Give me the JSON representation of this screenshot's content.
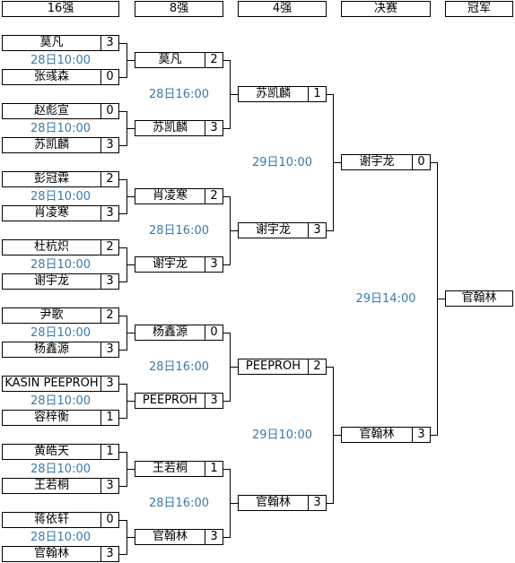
{
  "headers": [
    "16强",
    "8强",
    "4强",
    "决赛",
    "冠军"
  ],
  "round16": [
    {
      "p1": "莫凡",
      "s1": "3",
      "time": "28日10:00",
      "p2": "张彧森",
      "s2": "0"
    },
    {
      "p1": "赵彪宣",
      "s1": "0",
      "time": "28日10:00",
      "p2": "苏凯麟",
      "s2": "3"
    },
    {
      "p1": "彭冠霖",
      "s1": "2",
      "time": "28日10:00",
      "p2": "肖凌寒",
      "s2": "3"
    },
    {
      "p1": "杜杭炽",
      "s1": "2",
      "time": "28日10:00",
      "p2": "谢宇龙",
      "s2": "3"
    },
    {
      "p1": "尹歌",
      "s1": "2",
      "time": "28日10:00",
      "p2": "杨鑫源",
      "s2": "3"
    },
    {
      "p1": "KASIN PEEPROH",
      "s1": "3",
      "time": "28日10:00",
      "p2": "容梓衡",
      "s2": "1"
    },
    {
      "p1": "黄皓天",
      "s1": "1",
      "time": "28日10:00",
      "p2": "王若桐",
      "s2": "3"
    },
    {
      "p1": "蒋依轩",
      "s1": "0",
      "time": "28日10:00",
      "p2": "官翰林",
      "s2": "3"
    }
  ],
  "quarter": [
    {
      "p1": "莫凡",
      "s1": "2",
      "time": "28日16:00",
      "p2": "苏凯麟",
      "s2": "3"
    },
    {
      "p1": "肖凌寒",
      "s1": "2",
      "time": "28日16:00",
      "p2": "谢宇龙",
      "s2": "3"
    },
    {
      "p1": "杨鑫源",
      "s1": "0",
      "time": "28日16:00",
      "p2": "PEEPROH",
      "s2": "3"
    },
    {
      "p1": "王若桐",
      "s1": "1",
      "time": "28日16:00",
      "p2": "官翰林",
      "s2": "3"
    }
  ],
  "semi": [
    {
      "p1": "苏凯麟",
      "s1": "1",
      "time": "29日10:00",
      "p2": "谢宇龙",
      "s2": "3"
    },
    {
      "p1": "PEEPROH",
      "s1": "2",
      "time": "29日10:00",
      "p2": "官翰林",
      "s2": "3"
    }
  ],
  "final": {
    "p1": "谢宇龙",
    "s1": "0",
    "time": "29日14:00",
    "p2": "官翰林",
    "s2": "3"
  },
  "champion": "官翰林"
}
